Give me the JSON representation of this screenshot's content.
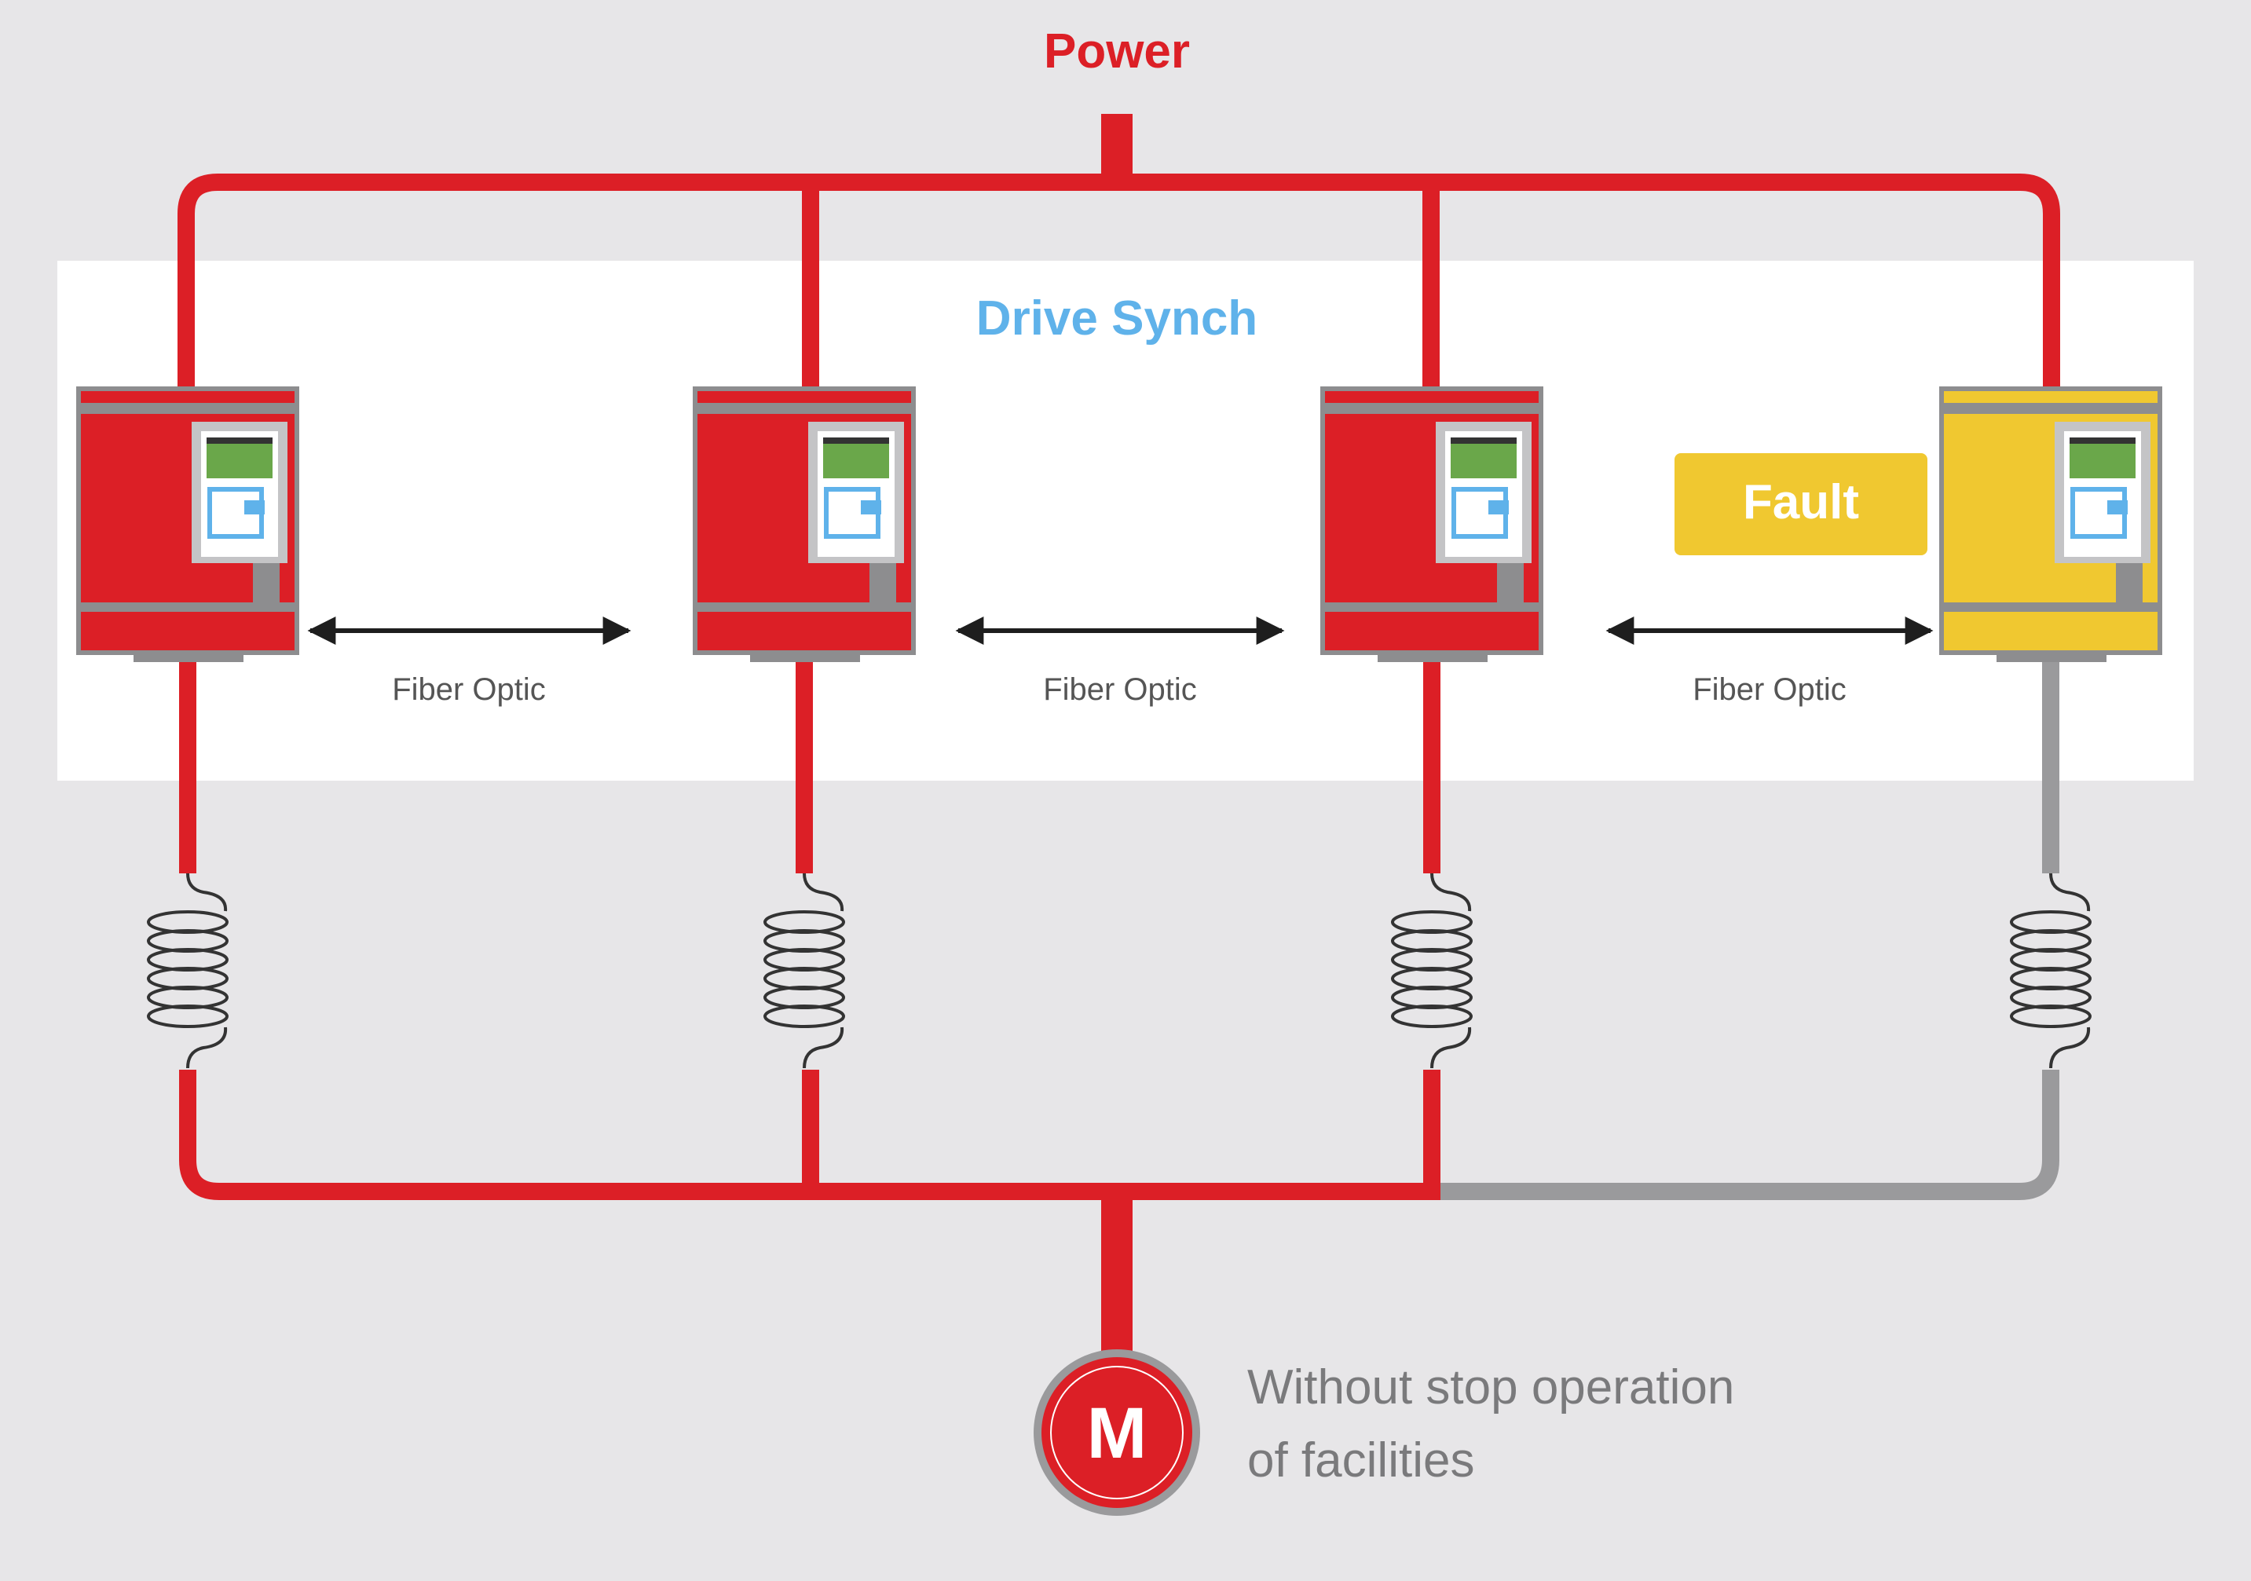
{
  "title": "Power",
  "panel_title": "Drive Synch",
  "link_label": "Fiber Optic",
  "fault_label": "Fault",
  "motor_label": "M",
  "caption_line1": "Without stop operation",
  "caption_line2": "of facilities",
  "colors": {
    "background": "#e7e6e8",
    "panel": "#ffffff",
    "power_line": "#dc1f26",
    "inactive_line": "#9a9a9c",
    "drive_body": "#dc1f26",
    "fault_body": "#f0c830",
    "screen": "#6aa74a",
    "keypad": "#5fb2ea",
    "panel_title": "#5fb2ea",
    "caption": "#7a7a7c"
  },
  "drives": [
    {
      "status": "normal"
    },
    {
      "status": "normal"
    },
    {
      "status": "normal"
    },
    {
      "status": "fault"
    }
  ],
  "icons": [
    "drive-unit",
    "double-arrow",
    "reactor-coil",
    "motor"
  ]
}
